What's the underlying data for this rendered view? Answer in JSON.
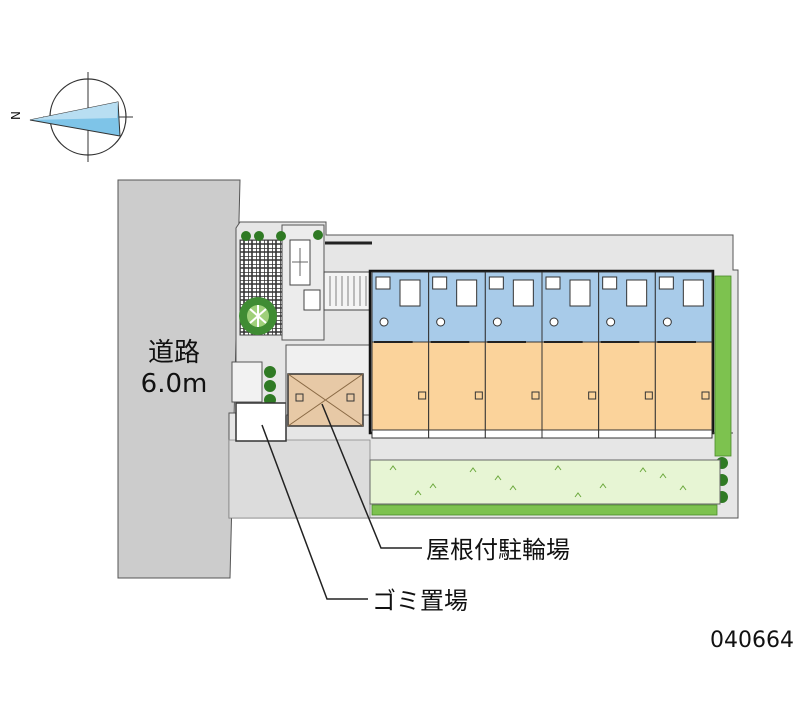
{
  "compass": {
    "north_letter": "N"
  },
  "road": {
    "name": "道路",
    "width": "6.0m"
  },
  "labels": {
    "bike_parking": "屋根付駐輪場",
    "garbage_area": "ゴミ置場"
  },
  "property_code": "040664",
  "building": {
    "unit_count": 6
  },
  "colors": {
    "road": "#cccccc",
    "site": "#e6e6e6",
    "unit_wet": "#a8cbe9",
    "unit_room": "#fbd39b",
    "garden": "#e7f5d4",
    "hedge": "#7dc24f",
    "tree": "#2f7a24",
    "bike_shelter": "#e7c9a6"
  }
}
